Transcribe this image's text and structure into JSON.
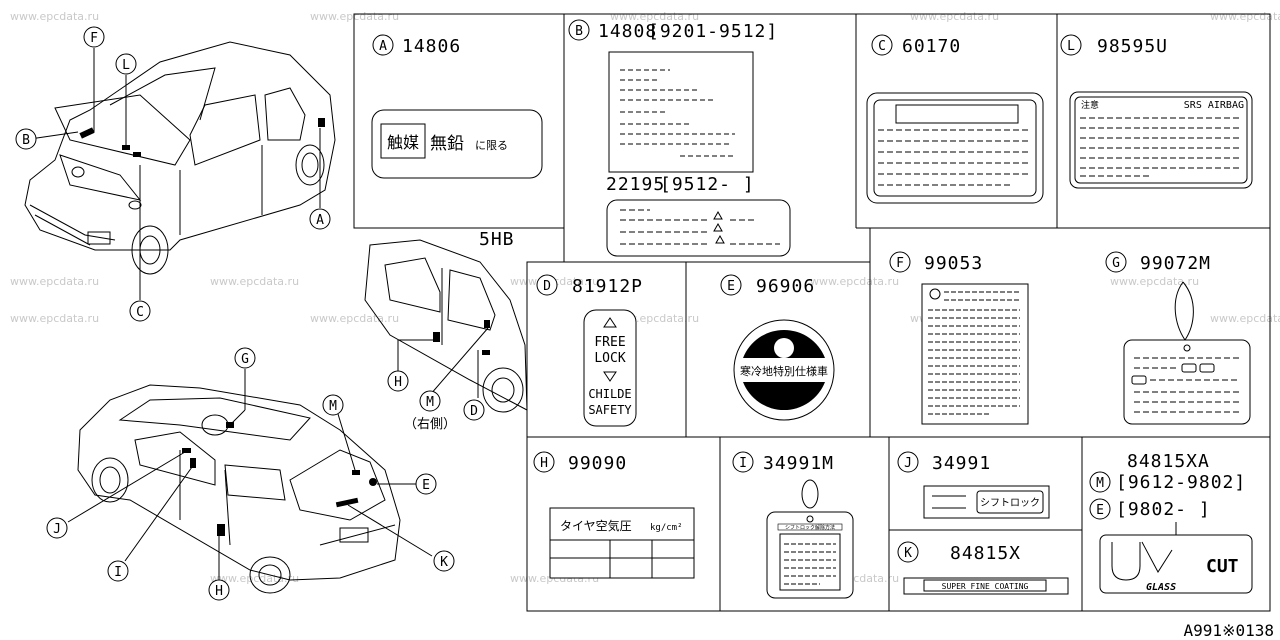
{
  "watermark": "www.epcdata.ru",
  "page_code": "A991※0138",
  "callout_letters": [
    "A",
    "B",
    "C",
    "D",
    "E",
    "F",
    "G",
    "H",
    "I",
    "J",
    "K",
    "L",
    "M"
  ],
  "variant_label": "5HB",
  "side_note": "（右側）",
  "labels": {
    "A": {
      "letter": "A",
      "code": "14806",
      "text_boxed": "触媒",
      "text_main": "無鉛",
      "text_small": "に限る"
    },
    "B": {
      "letter": "B",
      "code": "14808",
      "range": "[9201-9512]",
      "code2": "22195",
      "range2": "[9512-     ]"
    },
    "C": {
      "letter": "C",
      "code": "60170"
    },
    "L": {
      "letter": "L",
      "code": "98595U",
      "head_left": "注意",
      "head_right": "SRS AIRBAG"
    },
    "D": {
      "letter": "D",
      "code": "81912P",
      "line1": "FREE",
      "line2": "LOCK",
      "line3": "CHILDE",
      "line4": "SAFETY"
    },
    "E": {
      "letter": "E",
      "code": "96906",
      "text": "寒冷地特別仕様車"
    },
    "F": {
      "letter": "F",
      "code": "99053"
    },
    "G": {
      "letter": "G",
      "code": "99072M"
    },
    "H": {
      "letter": "H",
      "code": "99090",
      "text": "タイヤ空気圧",
      "unit": "kg/cm²"
    },
    "I": {
      "letter": "I",
      "code": "34991M",
      "text": "シフトロック解除方法"
    },
    "J": {
      "letter": "J",
      "code": "34991",
      "text": "シフトロック"
    },
    "K": {
      "letter": "K",
      "code": "84815X",
      "text": "SUPER FINE COATING"
    },
    "UV": {
      "code": "84815XA",
      "letter_m": "M",
      "range_m": "[9612-9802]",
      "letter_e": "E",
      "range_e": "[9802-     ]",
      "logo_cut": "CUT",
      "logo_glass": "GLASS"
    }
  }
}
